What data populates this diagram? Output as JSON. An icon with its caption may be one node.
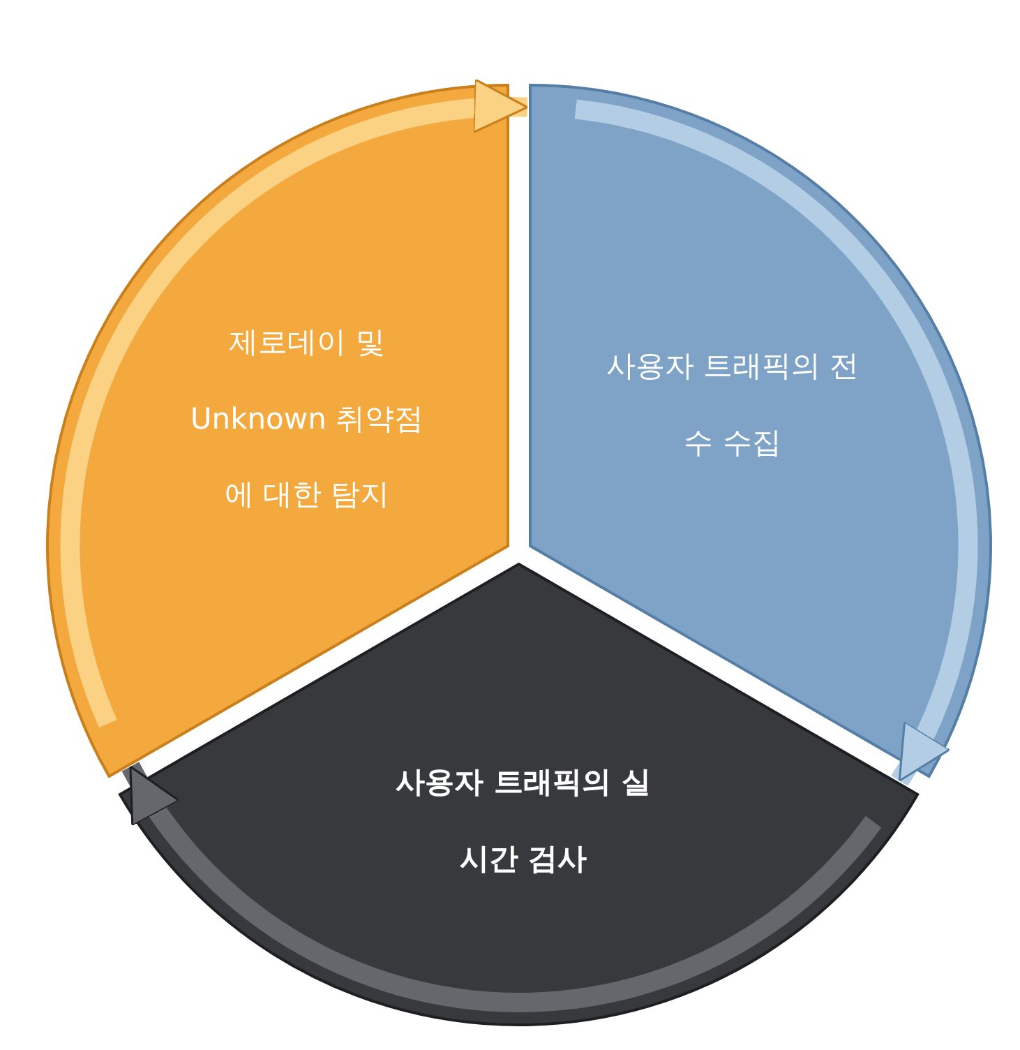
{
  "diagram": {
    "nodes": [
      {
        "text": [
          "제로데이 및 Unknown 취약점 에 대한 탐지"
        ]
      },
      {
        "text": [
          "사용자 트래픽의 전수 수집"
        ]
      },
      {
        "text": [
          "사용자 트래픽의 실시간 검사"
        ]
      }
    ],
    "edges": [
      {
        "from": 0,
        "to": 1,
        "arrow": "to",
        "color": "#fbd283"
      },
      {
        "from": 1,
        "to": 2,
        "arrow": "to",
        "color": "#b3cde5"
      },
      {
        "from": 2,
        "to": 0,
        "arrow": "to",
        "color": "#66676c"
      }
    ]
  }
}
